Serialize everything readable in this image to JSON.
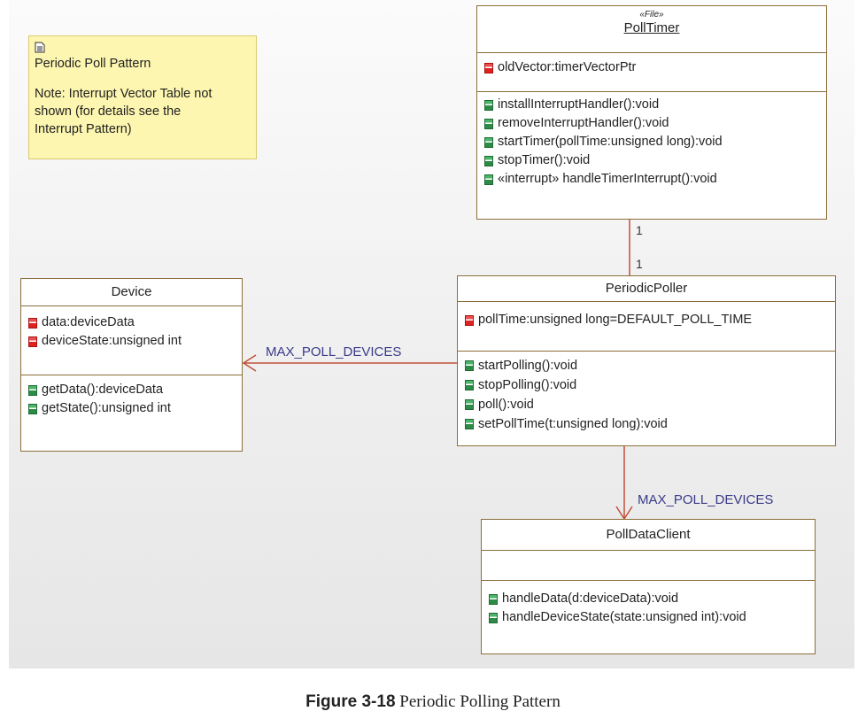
{
  "note": {
    "icon": "note-icon",
    "title": "Periodic Poll Pattern",
    "lines": [
      "Note: Interrupt Vector Table not",
      "shown (for details see the",
      "Interrupt Pattern)"
    ]
  },
  "classes": {
    "polltimer": {
      "stereotype": "«File»",
      "name": "PollTimer",
      "attributes": [
        "oldVector:timerVectorPtr"
      ],
      "operations": [
        "installInterruptHandler():void",
        "removeInterruptHandler():void",
        "startTimer(pollTime:unsigned long):void",
        "stopTimer():void",
        "«interrupt» handleTimerInterrupt():void"
      ]
    },
    "periodicpoller": {
      "name": "PeriodicPoller",
      "attributes": [
        "pollTime:unsigned long=DEFAULT_POLL_TIME"
      ],
      "operations": [
        "startPolling():void",
        "stopPolling():void",
        "poll():void",
        "setPollTime(t:unsigned long):void"
      ]
    },
    "device": {
      "name": "Device",
      "attributes": [
        "data:deviceData",
        "deviceState:unsigned int"
      ],
      "operations": [
        "getData():deviceData",
        "getState():unsigned int"
      ]
    },
    "polldataclient": {
      "name": "PollDataClient",
      "attributes": [],
      "operations": [
        "handleData(d:deviceData):void",
        "handleDeviceState(state:unsigned int):void"
      ]
    }
  },
  "associations": {
    "timer_poller": {
      "end1": "1",
      "end2": "1"
    },
    "poller_device": {
      "label": "MAX_POLL_DEVICES"
    },
    "poller_client": {
      "label": "MAX_POLL_DEVICES"
    }
  },
  "caption": {
    "label": "Figure 3-18",
    "text": " Periodic Polling Pattern"
  }
}
